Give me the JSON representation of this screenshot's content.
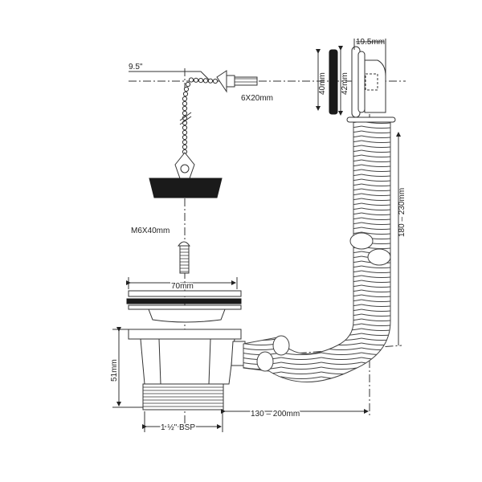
{
  "dimensions": {
    "overflow_depth": "19.5mm",
    "chain_length": "9.5\"",
    "overflow_screw": "6X20mm",
    "seal_diameter": "40mm",
    "overflow_diameter": "42mm",
    "hose_height": "180 – 230mm",
    "plug_screw": "M6X40mm",
    "flange_diameter": "70mm",
    "body_height": "51mm",
    "hose_reach": "130 – 200mm",
    "thread": "1 ½\" BSP"
  }
}
